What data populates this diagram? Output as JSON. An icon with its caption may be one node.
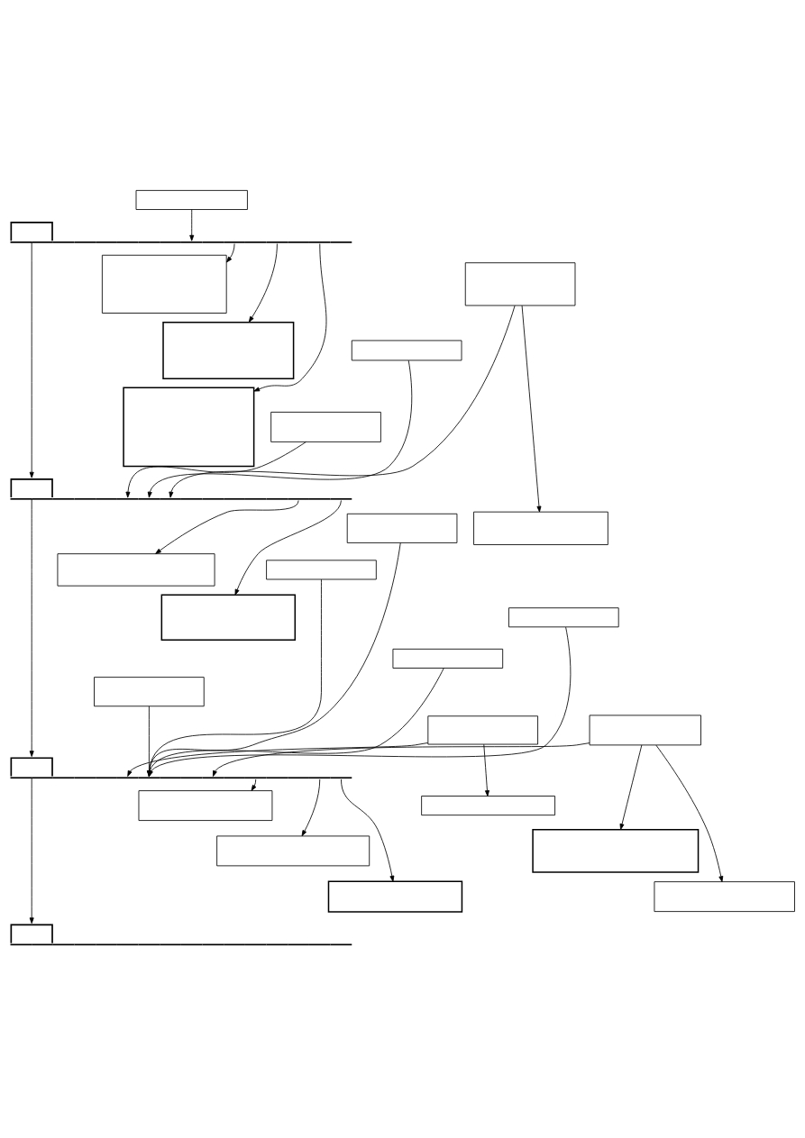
{
  "diagram": {
    "nodes": [
      {
        "text": [],
        "shape": "box"
      },
      {
        "text": [],
        "shape": "band"
      },
      {
        "text": [],
        "shape": "box"
      },
      {
        "text": [],
        "shape": "box"
      },
      {
        "text": [],
        "shape": "box"
      },
      {
        "text": [],
        "shape": "box"
      },
      {
        "text": [],
        "shape": "box"
      },
      {
        "text": [],
        "shape": "box"
      },
      {
        "text": [],
        "shape": "band"
      },
      {
        "text": [],
        "shape": "box"
      },
      {
        "text": [],
        "shape": "box"
      },
      {
        "text": [],
        "shape": "box"
      },
      {
        "text": [],
        "shape": "box"
      },
      {
        "text": [],
        "shape": "box"
      },
      {
        "text": [],
        "shape": "box"
      },
      {
        "text": [],
        "shape": "box"
      },
      {
        "text": [],
        "shape": "box"
      },
      {
        "text": [],
        "shape": "box"
      },
      {
        "text": [],
        "shape": "box"
      },
      {
        "text": [],
        "shape": "band"
      },
      {
        "text": [],
        "shape": "box"
      },
      {
        "text": [],
        "shape": "box"
      },
      {
        "text": [],
        "shape": "box"
      },
      {
        "text": [],
        "shape": "box"
      },
      {
        "text": [],
        "shape": "box"
      },
      {
        "text": [],
        "shape": "box"
      },
      {
        "text": [],
        "shape": "band"
      }
    ],
    "edges": [
      {
        "from": 0,
        "to": 1,
        "arrow": "to"
      },
      {
        "from": 1,
        "to": 8,
        "arrow": "to"
      },
      {
        "from": 1,
        "to": 2,
        "arrow": "to"
      },
      {
        "from": 1,
        "to": 4,
        "arrow": "to"
      },
      {
        "from": 1,
        "to": 6,
        "arrow": "to"
      },
      {
        "from": 3,
        "to": 8,
        "arrow": "to"
      },
      {
        "from": 3,
        "to": 10,
        "arrow": "to"
      },
      {
        "from": 5,
        "to": 8,
        "arrow": "to"
      },
      {
        "from": 7,
        "to": 8,
        "arrow": "to"
      },
      {
        "from": 8,
        "to": 19,
        "arrow": "to"
      },
      {
        "from": 8,
        "to": 13,
        "arrow": "to"
      },
      {
        "from": 8,
        "to": 16,
        "arrow": "to"
      },
      {
        "from": 9,
        "to": 19,
        "arrow": "to"
      },
      {
        "from": 11,
        "to": 19,
        "arrow": "to"
      },
      {
        "from": 12,
        "to": 19,
        "arrow": "to"
      },
      {
        "from": 14,
        "to": 19,
        "arrow": "to"
      },
      {
        "from": 15,
        "to": 19,
        "arrow": "to"
      },
      {
        "from": 17,
        "to": 19,
        "arrow": "to"
      },
      {
        "from": 17,
        "to": 21,
        "arrow": "to"
      },
      {
        "from": 18,
        "to": 19,
        "arrow": "to"
      },
      {
        "from": 18,
        "to": 22,
        "arrow": "to"
      },
      {
        "from": 18,
        "to": 25,
        "arrow": "to"
      },
      {
        "from": 19,
        "to": 26,
        "arrow": "to"
      },
      {
        "from": 19,
        "to": 20,
        "arrow": "to"
      },
      {
        "from": 19,
        "to": 23,
        "arrow": "to"
      },
      {
        "from": 19,
        "to": 24,
        "arrow": "to"
      }
    ]
  }
}
